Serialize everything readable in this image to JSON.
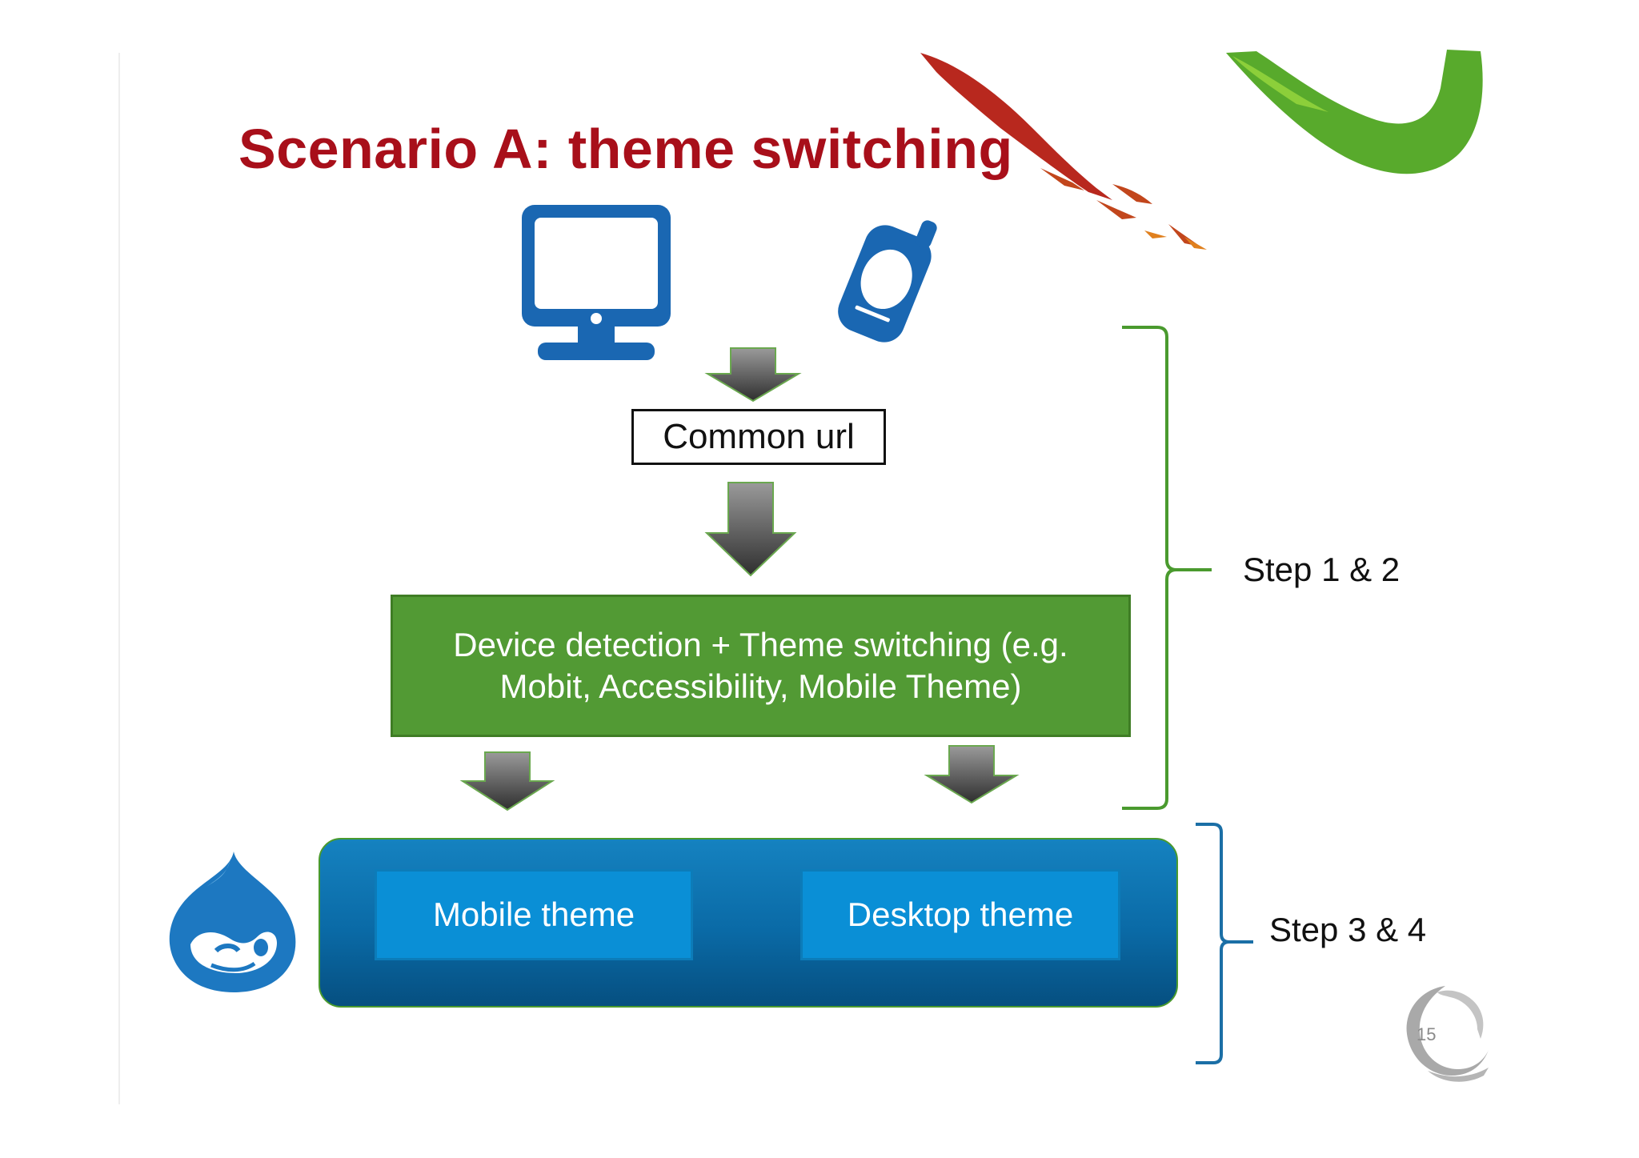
{
  "slide": {
    "title": "Scenario A: theme switching",
    "page_number": "15"
  },
  "diagram": {
    "devices": [
      {
        "icon": "desktop-monitor-icon",
        "color": "#1a67b2"
      },
      {
        "icon": "mobile-phone-icon",
        "color": "#1a67b2"
      }
    ],
    "common_url": "Common url",
    "detection_box": "Device detection + Theme switching (e.g. Mobit, Accessibility, Mobile Theme)",
    "themes": [
      "Mobile theme",
      "Desktop theme"
    ],
    "steps": [
      "Step 1 & 2",
      "Step 3 & 4"
    ]
  },
  "colors": {
    "title": "#a80f1a",
    "detection_fill": "#529a34",
    "theme_container": "#0a6aa6",
    "theme_box": "#0a8fd6",
    "step1_bracket": "#4a9a2e",
    "step2_bracket": "#1b6fa6",
    "arrow_dark": "#3a3a3a",
    "arrow_light": "#9a9a9a",
    "arrow_outline": "#6aa84f"
  }
}
